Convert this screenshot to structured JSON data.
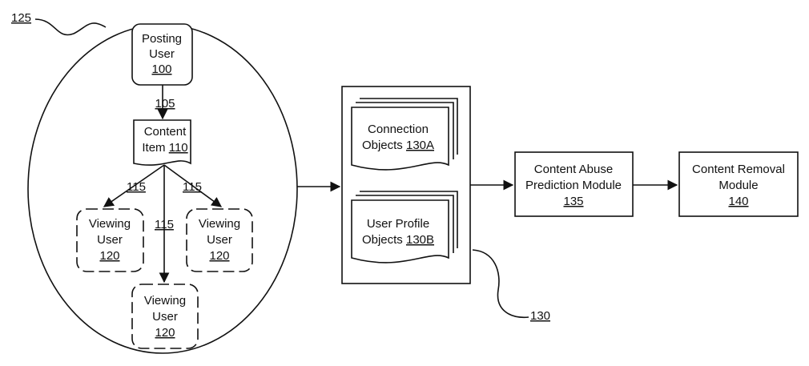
{
  "labels": {
    "ref_125": "125",
    "posting_line1": "Posting",
    "posting_line2": "User",
    "posting_ref": "100",
    "edge_105": "105",
    "content_line1": "Content",
    "content_line2": "Item",
    "content_ref": "110",
    "edge_115_left": "115",
    "edge_115_right": "115",
    "edge_115_center": "115",
    "viewing_left_line1": "Viewing",
    "viewing_left_line2": "User",
    "viewing_left_ref": "120",
    "viewing_right_line1": "Viewing",
    "viewing_right_line2": "User",
    "viewing_right_ref": "120",
    "viewing_bottom_line1": "Viewing",
    "viewing_bottom_line2": "User",
    "viewing_bottom_ref": "120",
    "connection_line1": "Connection",
    "connection_line2": "Objects",
    "connection_ref": "130A",
    "profile_line1": "User Profile",
    "profile_line2": "Objects",
    "profile_ref": "130B",
    "ref_130": "130",
    "abuse_line1": "Content Abuse",
    "abuse_line2": "Prediction Module",
    "abuse_ref": "135",
    "removal_line1": "Content Removal",
    "removal_line2": "Module",
    "removal_ref": "140"
  }
}
